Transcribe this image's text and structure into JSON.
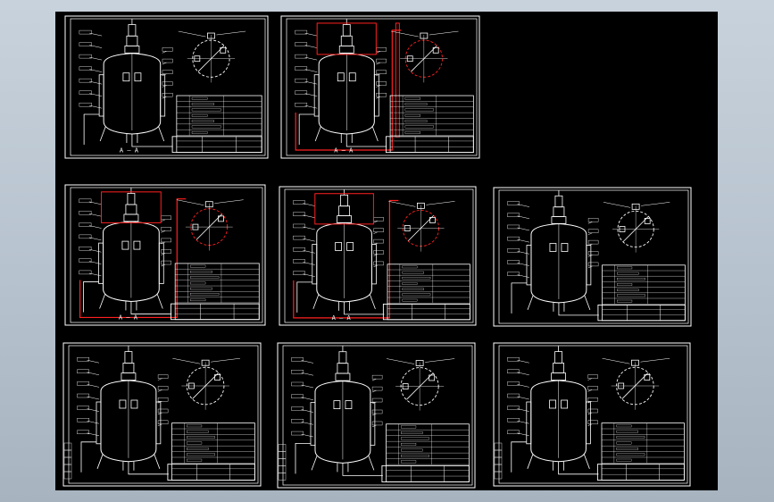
{
  "viewer": {
    "background_color": "#000000",
    "app_background_color": "#bcc7d2"
  },
  "colors": {
    "line": "#ffffff",
    "frame": "#ffffff",
    "highlight": "#ff2020",
    "annotation": "#ffffff"
  },
  "drawings": [
    {
      "section_label": "A — A",
      "highlight": "none"
    },
    {
      "section_label": "A — A",
      "highlight": "section"
    },
    {
      "section_label": "A — A",
      "highlight": "section"
    },
    {
      "section_label": "A — A",
      "highlight": "section"
    },
    {
      "section_label": "",
      "highlight": "none"
    },
    {
      "section_label": "",
      "highlight": "none"
    },
    {
      "section_label": "",
      "highlight": "none"
    },
    {
      "section_label": "",
      "highlight": "none"
    }
  ]
}
